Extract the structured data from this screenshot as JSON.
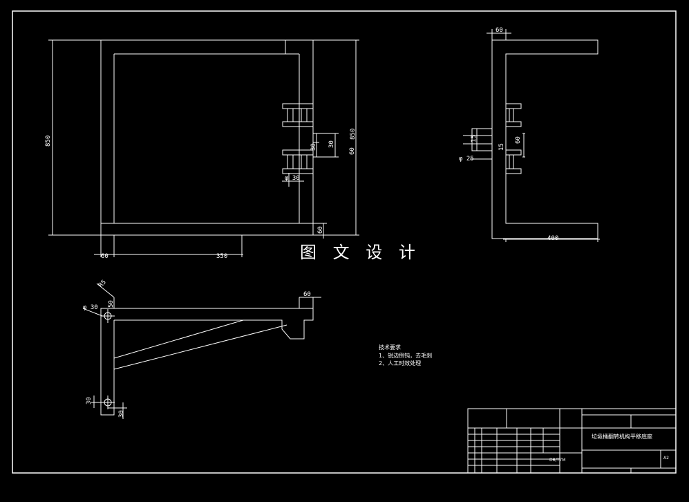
{
  "watermark": "图 文 设 计",
  "notes": {
    "heading": "技术要求",
    "items": [
      "1、锐边倒钝，去毛刺",
      "2、人工时效处理"
    ]
  },
  "title_block": {
    "title": "垃圾桶翻转机构平移底座",
    "code": "DB/T7M",
    "scale": "A2"
  },
  "dims_front": {
    "height": "850",
    "height_right": "850",
    "bottom_gap": "60",
    "bottom_len": "350",
    "right_bottom": "60",
    "hole_dia": "φ 30",
    "v1": "30",
    "v2": "30",
    "v3": "60"
  },
  "dims_side": {
    "top": "60",
    "bottom": "400",
    "hole": "φ 25",
    "v1": "15",
    "v2": "15",
    "v3": "60"
  },
  "dims_bracket": {
    "top": "60",
    "hole_top": "φ 30",
    "r": "R5",
    "v_top": "50",
    "v_bot1": "30",
    "v_bot2": "30"
  },
  "colors": {
    "background": "#000000",
    "line": "#ffffff"
  }
}
